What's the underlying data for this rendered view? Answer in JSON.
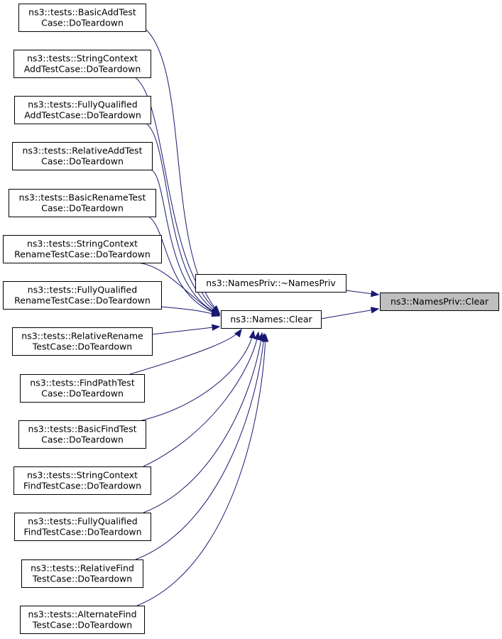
{
  "graph": {
    "target": {
      "lines": [
        "ns3::NamesPriv::Clear"
      ]
    },
    "destructor": {
      "lines": [
        "ns3::NamesPriv::~NamesPriv"
      ]
    },
    "names_clear": {
      "lines": [
        "ns3::Names::Clear"
      ]
    },
    "callers": [
      {
        "lines": [
          "ns3::tests::BasicAddTest",
          "Case::DoTeardown"
        ]
      },
      {
        "lines": [
          "ns3::tests::StringContext",
          "AddTestCase::DoTeardown"
        ]
      },
      {
        "lines": [
          "ns3::tests::FullyQualified",
          "AddTestCase::DoTeardown"
        ]
      },
      {
        "lines": [
          "ns3::tests::RelativeAddTest",
          "Case::DoTeardown"
        ]
      },
      {
        "lines": [
          "ns3::tests::BasicRenameTest",
          "Case::DoTeardown"
        ]
      },
      {
        "lines": [
          "ns3::tests::StringContext",
          "RenameTestCase::DoTeardown"
        ]
      },
      {
        "lines": [
          "ns3::tests::FullyQualified",
          "RenameTestCase::DoTeardown"
        ]
      },
      {
        "lines": [
          "ns3::tests::RelativeRename",
          "TestCase::DoTeardown"
        ]
      },
      {
        "lines": [
          "ns3::tests::FindPathTest",
          "Case::DoTeardown"
        ]
      },
      {
        "lines": [
          "ns3::tests::BasicFindTest",
          "Case::DoTeardown"
        ]
      },
      {
        "lines": [
          "ns3::tests::StringContext",
          "FindTestCase::DoTeardown"
        ]
      },
      {
        "lines": [
          "ns3::tests::FullyQualified",
          "FindTestCase::DoTeardown"
        ]
      },
      {
        "lines": [
          "ns3::tests::RelativeFind",
          "TestCase::DoTeardown"
        ]
      },
      {
        "lines": [
          "ns3::tests::AlternateFind",
          "TestCase::DoTeardown"
        ]
      }
    ]
  },
  "colors": {
    "edge": "#191970",
    "highlight_fill": "#bfbfbf",
    "node_fill": "#ffffff",
    "node_stroke": "#000000"
  }
}
